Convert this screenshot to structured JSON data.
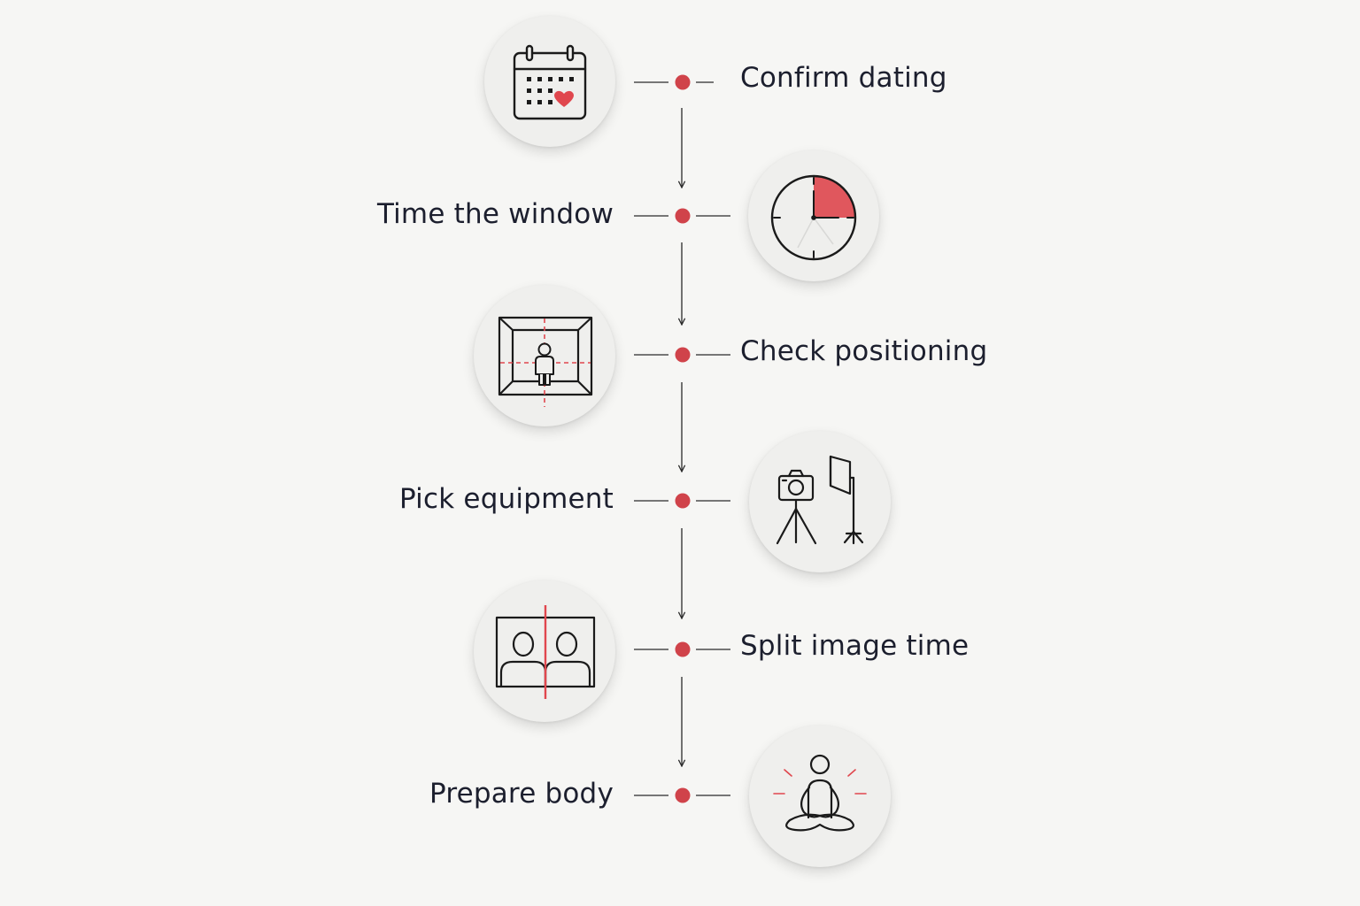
{
  "colors": {
    "background": "#f6f6f4",
    "accent": "#d0434a",
    "line": "#2a2a2a",
    "text": "#1c1f2e",
    "icon_bg": "#efefed"
  },
  "steps": [
    {
      "label": "Confirm dating",
      "icon": "calendar-heart-icon"
    },
    {
      "label": "Time the window",
      "icon": "clock-icon"
    },
    {
      "label": "Check positioning",
      "icon": "room-positioning-icon"
    },
    {
      "label": "Pick equipment",
      "icon": "camera-tripod-light-icon"
    },
    {
      "label": "Split image time",
      "icon": "split-image-icon"
    },
    {
      "label": "Prepare body",
      "icon": "meditation-icon"
    }
  ]
}
